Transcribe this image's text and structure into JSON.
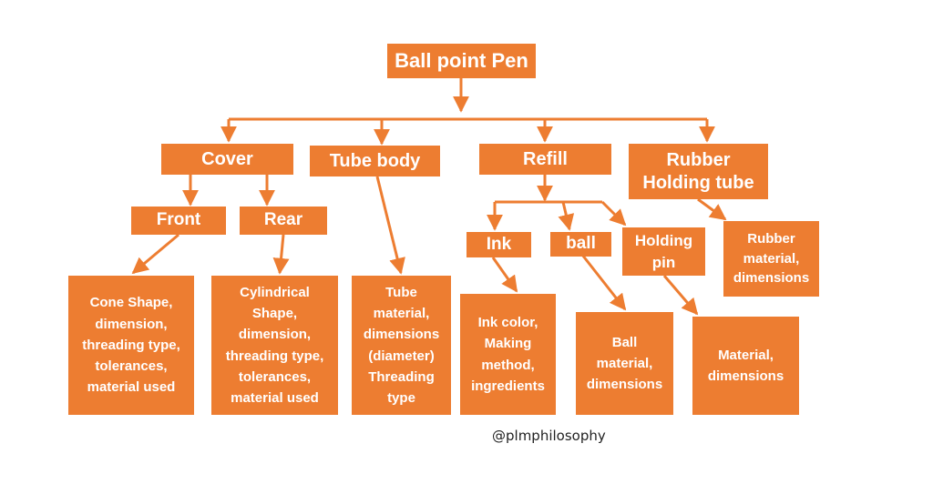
{
  "diagram": {
    "root": "Ball point Pen",
    "branches": {
      "cover": "Cover",
      "tube_body": "Tube body",
      "refill": "Refill",
      "rubber": "Rubber\nHolding tube"
    },
    "sub": {
      "front": "Front",
      "rear": "Rear",
      "ink": "Ink",
      "ball": "ball",
      "holding_pin": "Holding\npin"
    },
    "details": {
      "front": "Cone Shape,\ndimension,\nthreading type,\ntolerances,\nmaterial used",
      "rear": "Cylindrical\nShape,\ndimension,\nthreading type,\ntolerances,\nmaterial used",
      "tube_body": "Tube\nmaterial,\ndimensions\n(diameter)\nThreading\ntype",
      "ink": "Ink color,\nMaking\nmethod,\ningredients",
      "ball": "Ball\nmaterial,\ndimensions",
      "holding_pin": "Material,\ndimensions",
      "rubber": "Rubber\nmaterial,\ndimensions"
    },
    "credit": "@plmphilosophy"
  },
  "colors": {
    "box": "#ED7D31",
    "text": "#FFFFFF"
  }
}
